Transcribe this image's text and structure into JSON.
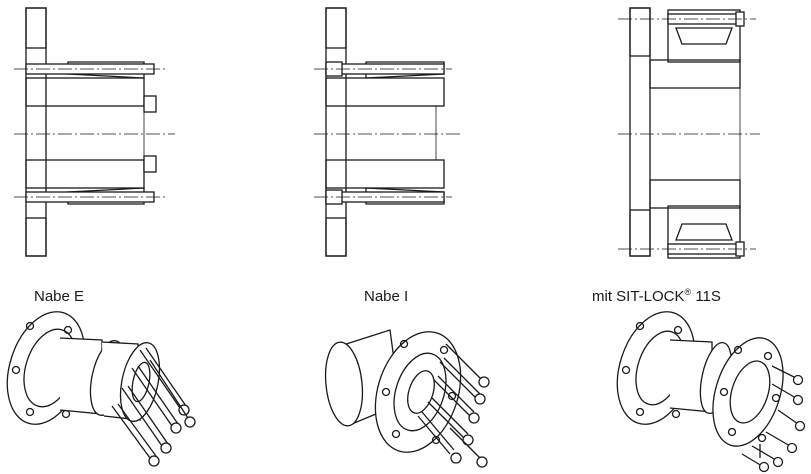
{
  "views": [
    {
      "label": "Nabe E"
    },
    {
      "label": "Nabe I"
    },
    {
      "label": "mit SIT-LOCK",
      "label_sup": "®",
      "label_suffix": " 11S"
    }
  ]
}
